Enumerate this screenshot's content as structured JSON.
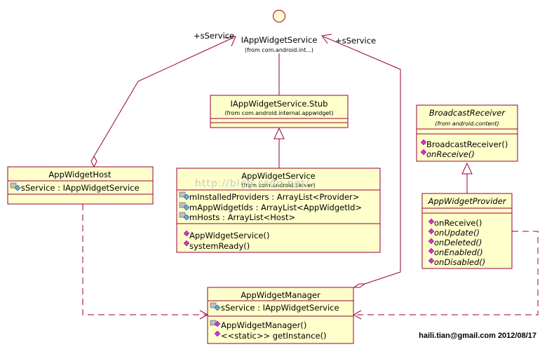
{
  "interface": {
    "name": "IAppWidgetService",
    "package": "(from com.android.int...)"
  },
  "stub": {
    "name": "IAppWidgetService.Stub",
    "package": "(from com.android.internal.appwidget)"
  },
  "service": {
    "name": "AppWidgetService",
    "package": "(from com.android.server)",
    "attributes": [
      "mInstalledProviders : ArrayList<Provider>",
      "mAppWidgetIds : ArrayList<AppWidgetId>",
      "mHosts : ArrayList<Host>"
    ],
    "operations": [
      "AppWidgetService()",
      "systemReady()"
    ]
  },
  "host": {
    "name": "AppWidgetHost",
    "attributes": [
      "sService : IAppWidgetService"
    ]
  },
  "manager": {
    "name": "AppWidgetManager",
    "attributes": [
      "sService : IAppWidgetService"
    ],
    "operations": [
      "AppWidgetManager()",
      "<<static>> getInstance()"
    ]
  },
  "receiver": {
    "name": "BroadcastReceiver",
    "package": "(from android.content)",
    "operations": [
      "BroadcastReceiver()",
      "onReceive()"
    ]
  },
  "provider": {
    "name": "AppWidgetProvider",
    "operations": [
      "onReceive()",
      "onUpdate()",
      "onDeleted()",
      "onEnabled()",
      "onDisabled()"
    ]
  },
  "roles": {
    "left": "+sService",
    "right": "+sService"
  },
  "watermark": "http://blog.csdn.net/",
  "footer": "haili.tian@gmail.com 2012/08/17",
  "colors": {
    "box_fill": "#ffffcc",
    "box_border": "#990033",
    "operation_icon": "#cc33cc",
    "attribute_icon": "#66aadd"
  }
}
